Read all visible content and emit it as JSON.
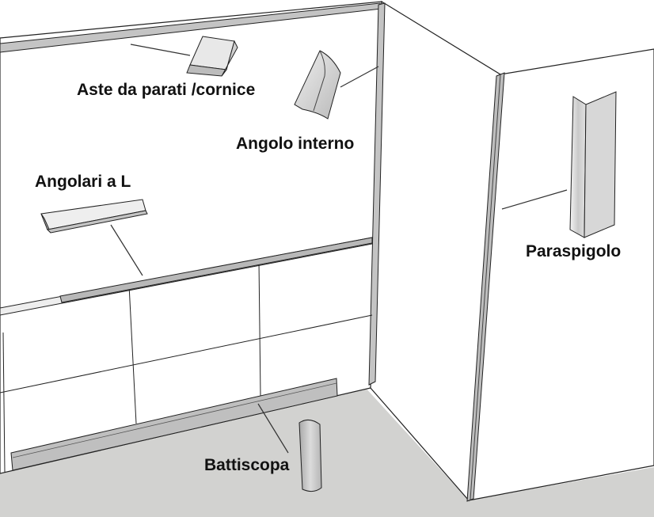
{
  "labels": {
    "aste": "Aste da parati /cornice",
    "angolo_interno": "Angolo interno",
    "angolari": "Angolari a L",
    "paraspigolo": "Paraspigolo",
    "battiscopa": "Battiscopa"
  },
  "colors": {
    "background": "#ffffff",
    "floor": "#d2d2d0",
    "line": "#222222",
    "profile": "#c4c4c4",
    "profile_light": "#e6e6e6",
    "text": "#111111"
  }
}
